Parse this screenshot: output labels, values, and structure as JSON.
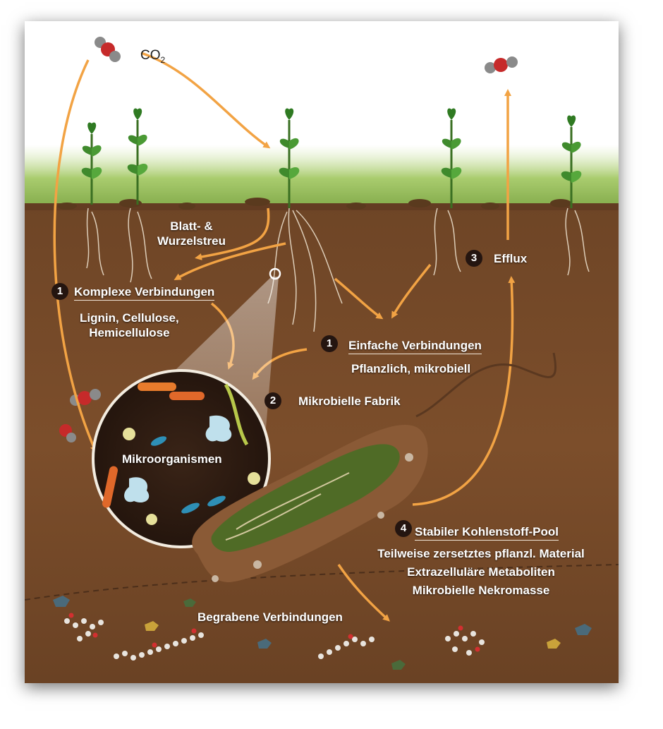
{
  "co2": {
    "base": "CO",
    "sub": "2"
  },
  "labels": {
    "litter": "Blatt- &\nWurzelstreu",
    "complex_title": "Komplexe Verbindungen",
    "complex_sub": "Lignin, Cellulose,\nHemicellulose",
    "simple_title": "Einfache Verbindungen",
    "simple_sub": "Pflanzlich, mikrobiell",
    "efflux": "Efflux",
    "factory": "Mikrobielle Fabrik",
    "microorganisms": "Mikroorganismen",
    "stable_title": "Stabiler  Kohlenstoff-Pool",
    "stable_items": [
      "Teilweise zersetztes pflanzl. Material",
      "Extrazelluläre Metaboliten",
      "Mikrobielle Nekromasse"
    ],
    "buried": "Begrabene Verbindungen"
  },
  "numbers": {
    "n1a": "1",
    "n1b": "1",
    "n2": "2",
    "n3": "3",
    "n4": "4"
  },
  "colors": {
    "arrow": "#f2a344",
    "soil": "#7a4c2a",
    "plant": "#3f8a2c",
    "number_badge": "#241510"
  }
}
